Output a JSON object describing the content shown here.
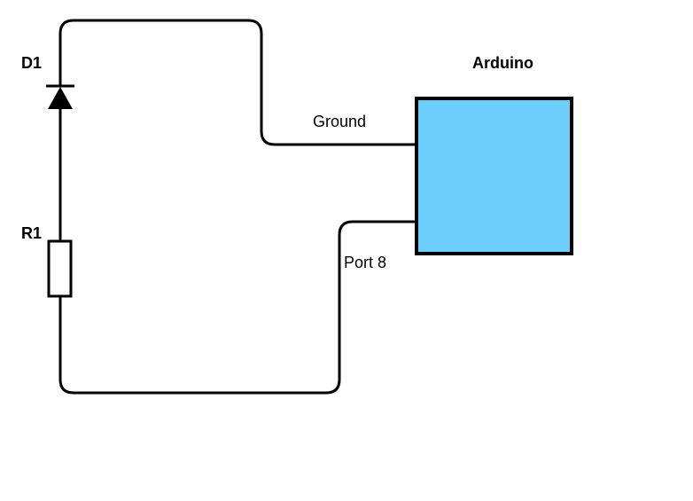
{
  "diagram": {
    "components": {
      "diode_label": "D1",
      "resistor_label": "R1",
      "board_label": "Arduino"
    },
    "wires": {
      "ground_label": "Ground",
      "port_label": "Port 8"
    },
    "colors": {
      "board_fill": "#6dcdfb",
      "stroke": "#000000",
      "background": "#ffffff"
    }
  }
}
